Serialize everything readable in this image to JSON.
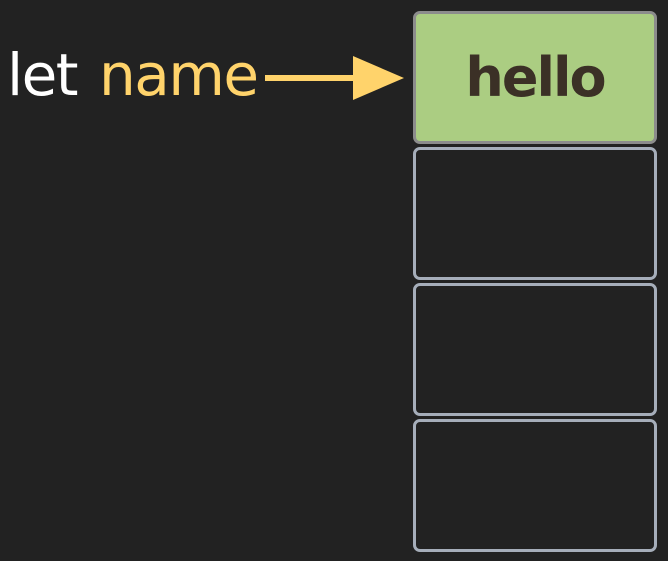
{
  "declaration": {
    "keyword": "let",
    "variable_name": "name"
  },
  "pointer": {
    "icon": "arrow-right-icon",
    "color": "#ffd36b"
  },
  "memory": {
    "cells": [
      {
        "value": "hello",
        "filled": true
      },
      {
        "value": "",
        "filled": false
      },
      {
        "value": "",
        "filled": false
      },
      {
        "value": "",
        "filled": false
      }
    ]
  },
  "colors": {
    "background": "#222222",
    "keyword": "#ffffff",
    "variable": "#ffd36b",
    "filled_cell": "#abcd82",
    "cell_border": "#a6aeba",
    "cell_text": "#3b3026"
  }
}
